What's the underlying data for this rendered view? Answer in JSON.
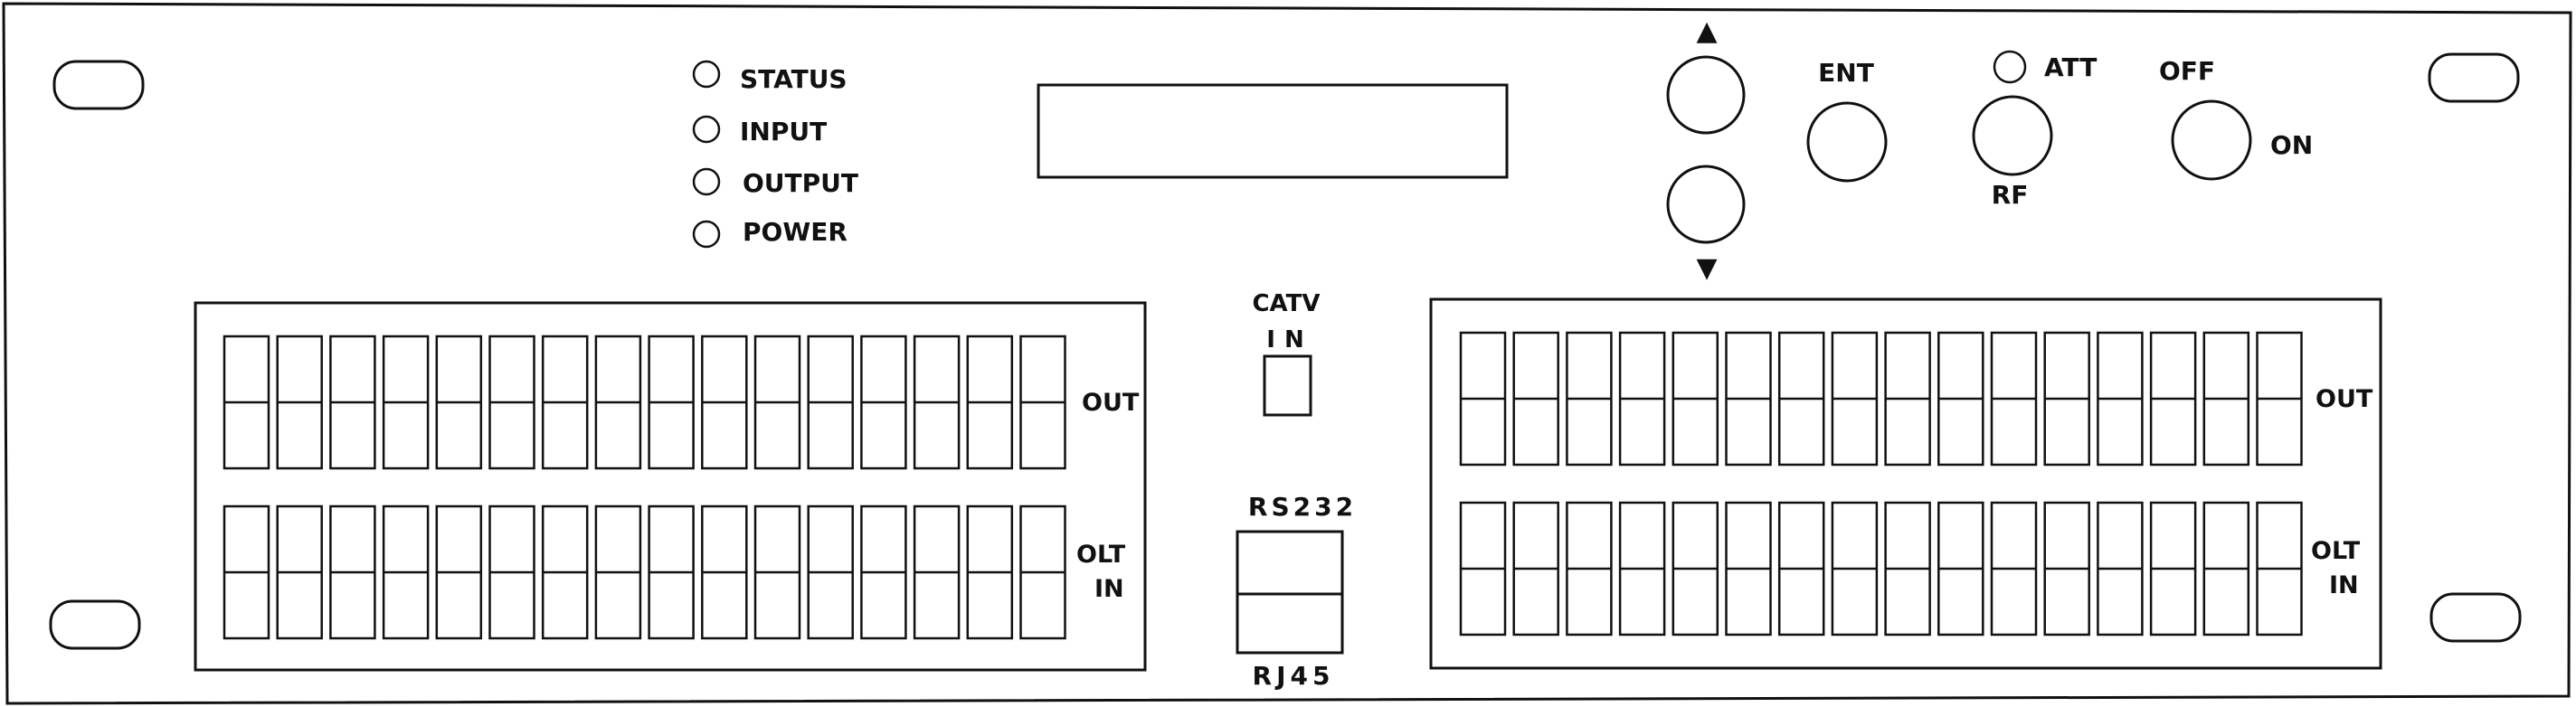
{
  "leds": [
    {
      "name": "status",
      "label": "STATUS"
    },
    {
      "name": "input",
      "label": "INPUT"
    },
    {
      "name": "output",
      "label": "OUTPUT"
    },
    {
      "name": "power",
      "label": "POWER"
    }
  ],
  "controls": {
    "up_arrow": "▲",
    "down_arrow": "▼",
    "ent": "ENT",
    "att": "ATT",
    "rf": "RF",
    "off": "OFF",
    "on": "ON"
  },
  "center": {
    "catv_line1": "CATV",
    "catv_line2": "IN",
    "rs232": "RS232",
    "rj45": "RJ45"
  },
  "port_blocks": [
    {
      "name": "left",
      "out_label": "OUT",
      "olt_label_1": "OLT",
      "olt_label_2": "IN",
      "ports_per_row": 16
    },
    {
      "name": "right",
      "out_label": "OUT",
      "olt_label_1": "OLT",
      "olt_label_2": "IN",
      "ports_per_row": 16
    }
  ]
}
